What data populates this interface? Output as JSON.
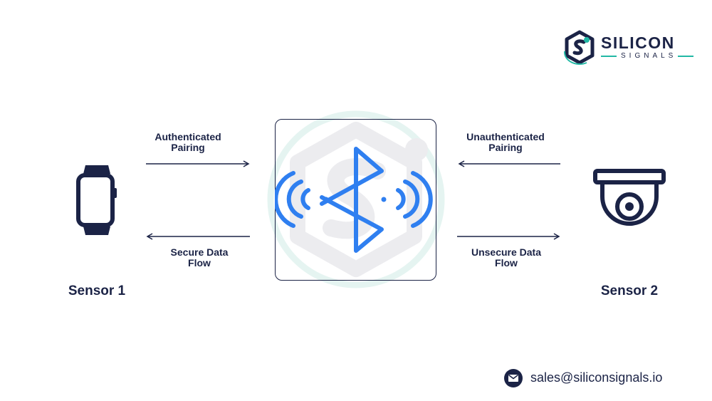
{
  "brand": {
    "name": "SILICON",
    "tagline": "SIGNALS",
    "accent_color": "#22b8a5",
    "navy_color": "#1b2346"
  },
  "sensors": {
    "left": {
      "label": "Sensor 1",
      "icon": "smartwatch-icon"
    },
    "right": {
      "label": "Sensor 2",
      "icon": "security-camera-icon"
    }
  },
  "hub": {
    "icon": "bluetooth-icon",
    "color": "#2f7ff0"
  },
  "flows": {
    "left_top": {
      "line1": "Authenticated",
      "line2": "Pairing"
    },
    "left_bottom": {
      "line1": "Secure Data",
      "line2": "Flow"
    },
    "right_top": {
      "line1": "Unauthenticated",
      "line2": "Pairing"
    },
    "right_bottom": {
      "line1": "Unsecure Data",
      "line2": "Flow"
    }
  },
  "contact": {
    "email": "sales@siliconsignals.io",
    "icon": "mail-icon"
  }
}
